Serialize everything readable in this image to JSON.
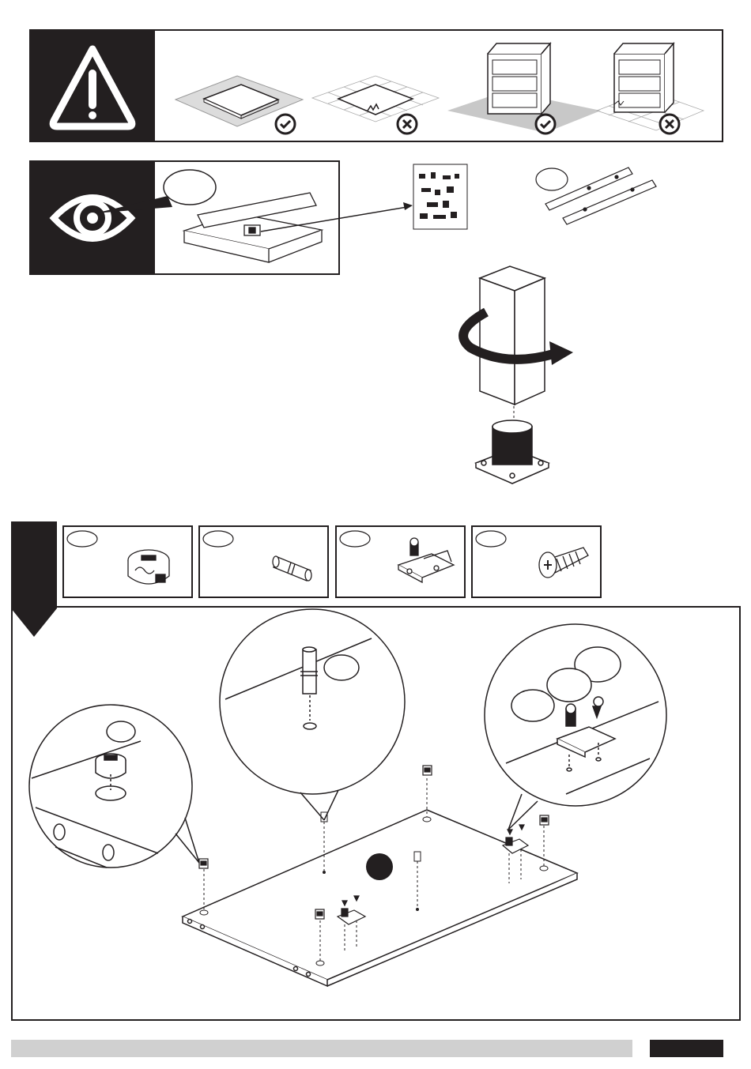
{
  "icons": {
    "warning": "warning-triangle-icon",
    "eye": "eye-icon",
    "ok": "check-circle-icon",
    "no": "cross-circle-icon"
  },
  "colors": {
    "dark": "#231f20",
    "floor_grey": "#c8c8c8",
    "footer_bar": "#d0d0d0",
    "line": "#231f20"
  },
  "step1": {
    "parts": [
      {
        "name": "cam-lock-fitting",
        "label": ""
      },
      {
        "name": "wooden-dowel",
        "label": ""
      },
      {
        "name": "hinge-mounting-plate",
        "label": ""
      },
      {
        "name": "screw",
        "label": ""
      }
    ]
  },
  "footer": {
    "page_number": ""
  }
}
